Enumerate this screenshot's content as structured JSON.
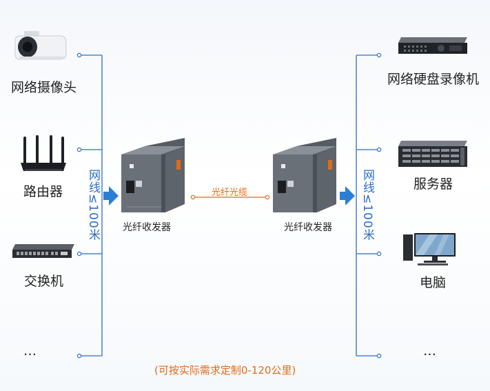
{
  "left_devices": [
    {
      "label": "网络摄像头",
      "icon": "ip-camera-icon"
    },
    {
      "label": "路由器",
      "icon": "wifi-router-icon"
    },
    {
      "label": "交换机",
      "icon": "network-switch-icon"
    },
    {
      "label": "…"
    }
  ],
  "right_devices": [
    {
      "label": "网络硬盘录像机",
      "icon": "nvr-icon"
    },
    {
      "label": "服务器",
      "icon": "rack-server-icon"
    },
    {
      "label": "电脑",
      "icon": "desktop-computer-icon"
    },
    {
      "label": "…"
    }
  ],
  "left_cable_label": "网线≤100米",
  "right_cable_label": "网线≤100米",
  "transceiver_left_label": "光纤收发器",
  "transceiver_right_label": "光纤收发器",
  "fiber_label": "光纤光缆",
  "footnote": "(可按实际需求定制0-120公里)",
  "colors": {
    "line": "#2a6cc6",
    "accent": "#e06a1a",
    "arrow": "#2a7fd4"
  }
}
